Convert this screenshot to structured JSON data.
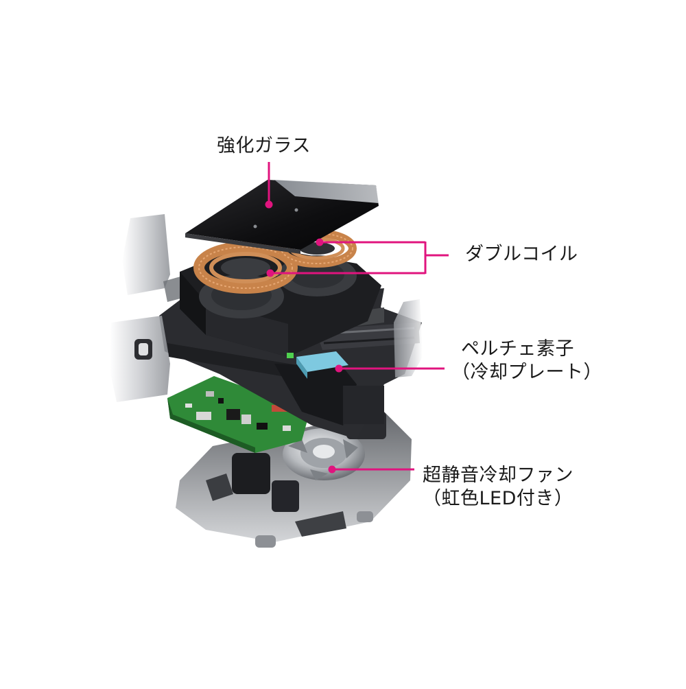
{
  "labels": {
    "glass": "強化ガラス",
    "coil": "ダブルコイル",
    "peltier_line1": "ペルチェ素子",
    "peltier_line2": "（冷却プレート）",
    "fan_line1": "超静音冷却ファン",
    "fan_line2": "（虹色LED付き）"
  },
  "colors": {
    "accent": "#e0147e",
    "text": "#1a1a1a",
    "glass": "#141416",
    "copper": "#c8834a",
    "frame": "#2a2b2e",
    "pcb": "#3a8f3a",
    "peltier": "#7ec9e0"
  }
}
